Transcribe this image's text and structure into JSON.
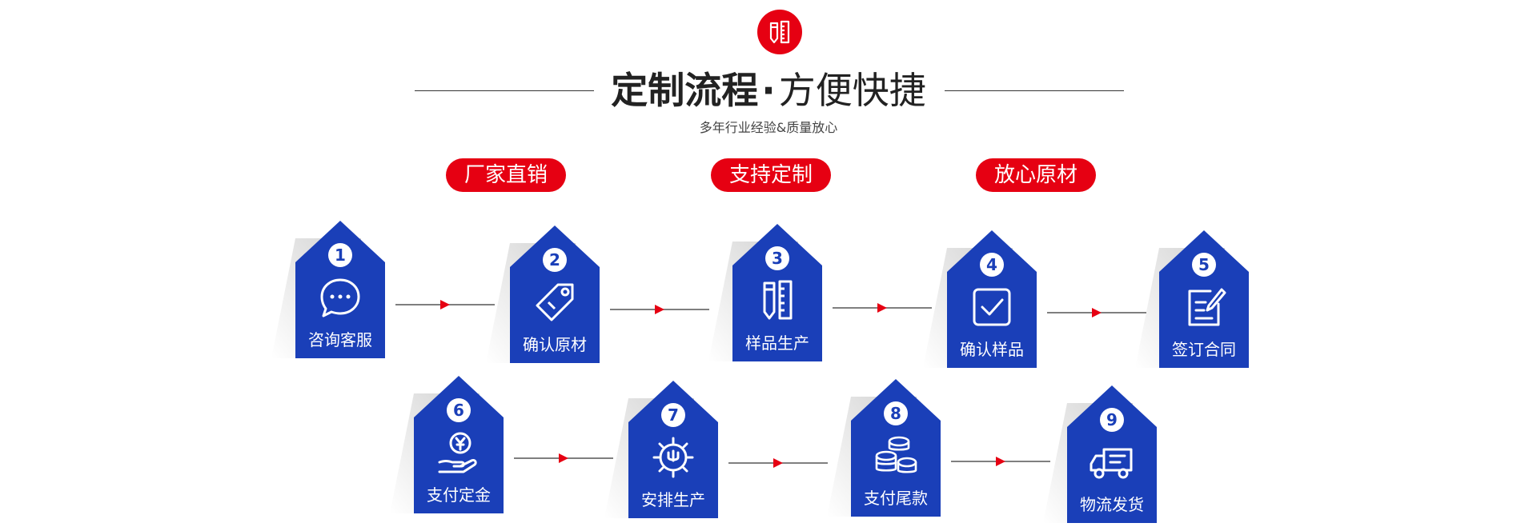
{
  "header": {
    "title_strong": "定制流程",
    "title_dot": "·",
    "title_light": "方便快捷",
    "subtitle": "多年行业经验&质量放心",
    "top_icon": "ruler-pencil-icon"
  },
  "tags": [
    "厂家直销",
    "支持定制",
    "放心原材"
  ],
  "colors": {
    "accent_red": "#e60012",
    "step_blue": "#1a3fb8",
    "line": "#555555"
  },
  "steps": [
    {
      "number": "1",
      "label": "咨询客服",
      "icon": "chat-bubble-icon"
    },
    {
      "number": "2",
      "label": "确认原材",
      "icon": "tag-icon"
    },
    {
      "number": "3",
      "label": "样品生产",
      "icon": "ruler-pencil-icon"
    },
    {
      "number": "4",
      "label": "确认样品",
      "icon": "checkbox-icon"
    },
    {
      "number": "5",
      "label": "签订合同",
      "icon": "edit-document-icon"
    },
    {
      "number": "6",
      "label": "支付定金",
      "icon": "hand-coin-icon"
    },
    {
      "number": "7",
      "label": "安排生产",
      "icon": "gear-icon"
    },
    {
      "number": "8",
      "label": "支付尾款",
      "icon": "coin-stack-icon"
    },
    {
      "number": "9",
      "label": "物流发货",
      "icon": "delivery-truck-icon"
    }
  ]
}
